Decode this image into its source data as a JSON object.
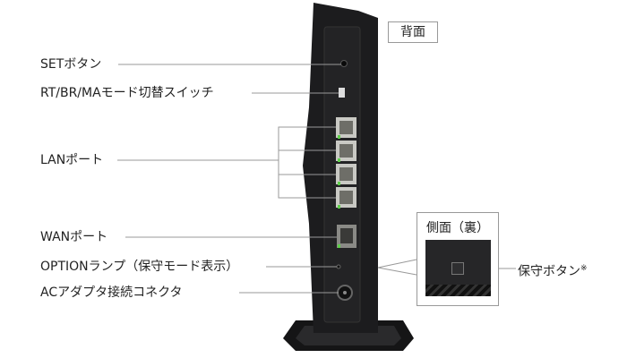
{
  "view_label": "背面",
  "labels": {
    "set_button": "SETボタン",
    "mode_switch": "RT/BR/MAモード切替スイッチ",
    "lan_port": "LANポート",
    "wan_port": "WANポート",
    "option_lamp": "OPTIONランプ（保守モード表示）",
    "ac_connector": "ACアダプタ接続コネクタ"
  },
  "inset": {
    "title": "側面（裏）",
    "maintenance_button": "保守ボタン",
    "note_mark": "※"
  },
  "colors": {
    "body": "#1c1c1e",
    "line": "#999999",
    "led": "#5ecf4a"
  }
}
